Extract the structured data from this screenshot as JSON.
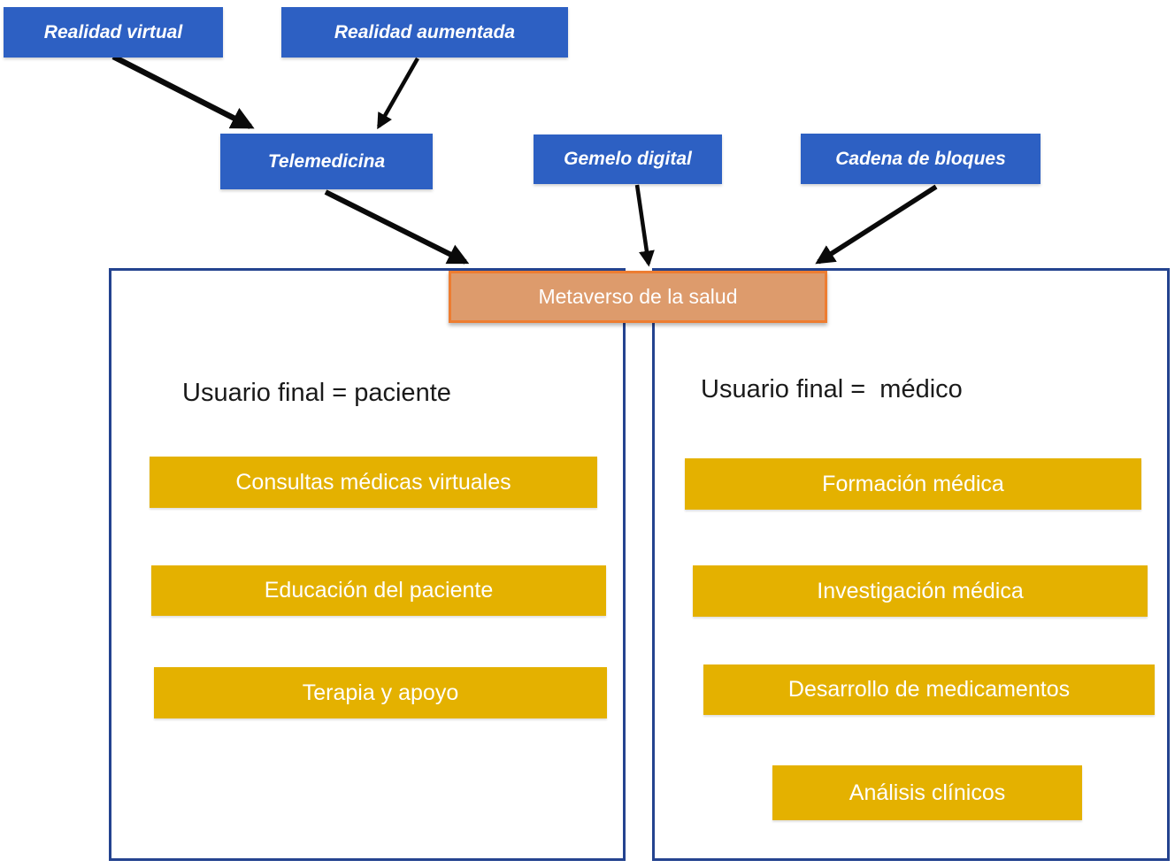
{
  "diagram": {
    "tech_nodes": [
      {
        "id": "realidad-virtual",
        "label": "Realidad virtual"
      },
      {
        "id": "realidad-aumentada",
        "label": "Realidad aumentada"
      },
      {
        "id": "telemedicina",
        "label": "Telemedicina"
      },
      {
        "id": "gemelo-digital",
        "label": "Gemelo digital"
      },
      {
        "id": "cadena-de-bloques",
        "label": "Cadena de bloques"
      }
    ],
    "hub": {
      "label": "Metaverso de la salud"
    },
    "edges": [
      {
        "from": "Realidad virtual",
        "to": "Telemedicina"
      },
      {
        "from": "Realidad aumentada",
        "to": "Telemedicina"
      },
      {
        "from": "Telemedicina",
        "to": "Metaverso de la salud"
      },
      {
        "from": "Gemelo digital",
        "to": "Metaverso de la salud"
      },
      {
        "from": "Cadena de bloques",
        "to": "Metaverso de la salud"
      }
    ],
    "left_panel": {
      "title": "Usuario final = paciente",
      "items": [
        {
          "label": "Consultas médicas virtuales"
        },
        {
          "label": "Educación del paciente"
        },
        {
          "label": "Terapia y apoyo"
        }
      ]
    },
    "right_panel": {
      "title": "Usuario final =  médico",
      "items": [
        {
          "label": "Formación médica"
        },
        {
          "label": "Investigación médica"
        },
        {
          "label": "Desarrollo de medicamentos"
        },
        {
          "label": "Análisis clínicos"
        }
      ]
    },
    "colors": {
      "blue": "#2d60c3",
      "yellow": "#e4b100",
      "orange_fill": "#dd9b6c",
      "orange_border": "#ed7d31",
      "panel_border": "#24438f",
      "arrow": "#0a0a0a",
      "text_light": "#ffffff",
      "text_dark": "#1a1a1a",
      "background": "#ffffff"
    }
  }
}
